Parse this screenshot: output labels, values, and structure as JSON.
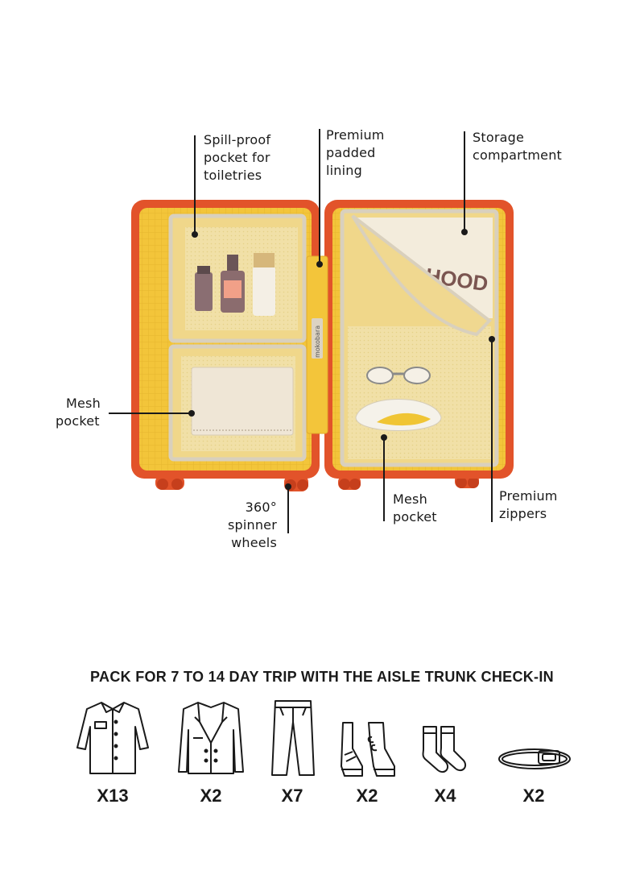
{
  "callouts": {
    "spill_proof": [
      "Spill-proof",
      "pocket for",
      "toiletries"
    ],
    "padded_lining": [
      "Premium",
      "padded",
      "lining"
    ],
    "storage": [
      "Storage",
      "compartment"
    ],
    "mesh_left": [
      "Mesh",
      "pocket"
    ],
    "spinner": [
      "360° spinner",
      "wheels"
    ],
    "mesh_right": [
      "Mesh",
      "pocket"
    ],
    "zippers": [
      "Premium",
      "zippers"
    ]
  },
  "product": {
    "brand_tag": "mokobara",
    "shirt_print": "HOOD"
  },
  "colors": {
    "shell": "#e2532a",
    "lining": "#f3c53a",
    "mesh": "#efe0a8",
    "zipper": "#d9d0bd"
  },
  "packing": {
    "headline": "PACK FOR 7 TO 14 DAY TRIP WITH THE AISLE TRUNK CHECK-IN",
    "items": [
      {
        "icon": "shirt-icon",
        "count": "X13"
      },
      {
        "icon": "blazer-icon",
        "count": "X2"
      },
      {
        "icon": "trousers-icon",
        "count": "X7"
      },
      {
        "icon": "shoes-icon",
        "count": "X2"
      },
      {
        "icon": "socks-icon",
        "count": "X4"
      },
      {
        "icon": "belt-icon",
        "count": "X2"
      }
    ]
  }
}
